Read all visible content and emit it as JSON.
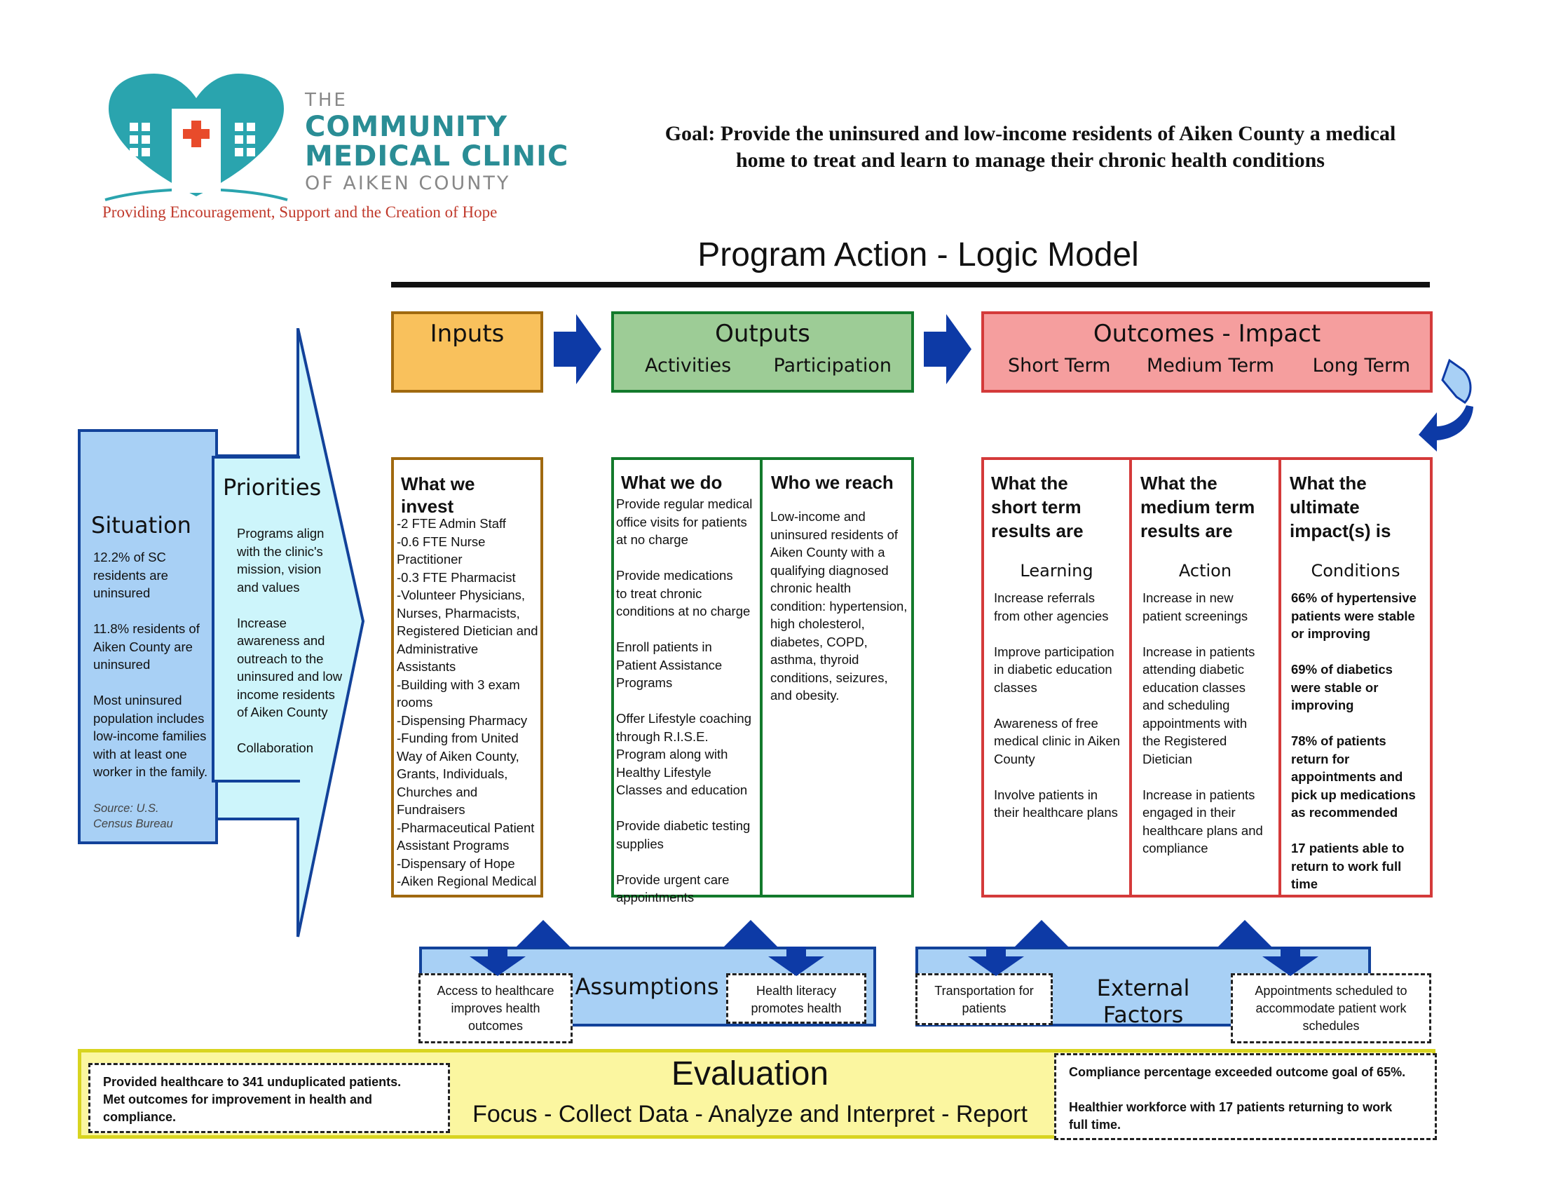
{
  "logo": {
    "the": "THE",
    "line1": "COMMUNITY",
    "line2": "MEDICAL CLINIC",
    "line3": "OF AIKEN COUNTY",
    "tagline": "Providing Encouragement, Support and the Creation of Hope"
  },
  "goal": "Goal: Provide the uninsured and low-income residents of Aiken County a medical\nhome to treat and learn to manage their chronic health conditions",
  "main_title": "Program Action - Logic Model",
  "situation": {
    "title": "Situation",
    "body": "12.2% of SC\nresidents are\nuninsured\n\n11.8% residents of\nAiken County are\nuninsured\n\nMost uninsured\npopulation includes\nlow-income families\nwith at least one\nworker in the family.",
    "source": "Source: U.S.\nCensus Bureau"
  },
  "priorities": {
    "title": "Priorities",
    "body": "Programs align\nwith the clinic's\nmission, vision\nand values\n\nIncrease\nawareness and\noutreach to the\nuninsured and low\nincome residents\nof Aiken County\n\nCollaboration"
  },
  "headers": {
    "inputs": "Inputs",
    "outputs": "Outputs",
    "activities": "Activities",
    "participation": "Participation",
    "outcomes": "Outcomes - Impact",
    "short_term": "Short Term",
    "medium_term": "Medium Term",
    "long_term": "Long Term"
  },
  "invest": {
    "title": "What we\ninvest",
    "body": "-2 FTE Admin Staff\n-0.6 FTE Nurse\nPractitioner\n-0.3 FTE Pharmacist\n-Volunteer Physicians,\nNurses, Pharmacists,\nRegistered Dietician and\nAdministrative\nAssistants\n-Building with 3 exam\nrooms\n-Dispensing Pharmacy\n-Funding from United\nWay of Aiken County,\nGrants, Individuals,\nChurches and\nFundraisers\n-Pharmaceutical Patient\nAssistant Programs\n-Dispensary of Hope\n-Aiken Regional Medical"
  },
  "do": {
    "title": "What we do",
    "body": "Provide regular medical\noffice visits for patients\nat no charge\n\nProvide medications\nto treat chronic\nconditions at no charge\n\nEnroll patients in\nPatient Assistance\nPrograms\n\nOffer Lifestyle coaching\nthrough R.I.S.E.\nProgram along with\nHealthy Lifestyle\nClasses and education\n\nProvide diabetic testing\nsupplies\n\nProvide urgent care\nappointments"
  },
  "reach": {
    "title": "Who we reach",
    "body": "Low-income and\nuninsured residents of\nAiken County with a\nqualifying diagnosed\nchronic health\ncondition: hypertension,\nhigh cholesterol,\ndiabetes, COPD,\nasthma, thyroid\nconditions, seizures,\nand obesity."
  },
  "short": {
    "title": "What the\nshort term\nresults are",
    "sub": "Learning",
    "body": "Increase referrals\nfrom other agencies\n\nImprove participation\nin diabetic education\nclasses\n\nAwareness of free\nmedical clinic in Aiken\nCounty\n\nInvolve patients in\ntheir healthcare plans"
  },
  "medium": {
    "title": "What the\nmedium term\nresults are",
    "sub": "Action",
    "body": "Increase in new\npatient screenings\n\nIncrease in patients\nattending diabetic\neducation classes\nand scheduling\nappointments with\nthe Registered\nDietician\n\nIncrease in patients\nengaged in their\nhealthcare plans and\ncompliance"
  },
  "long": {
    "title": "What the\nultimate\nimpact(s) is",
    "sub": "Conditions",
    "body": "66% of hypertensive\npatients were stable\nor improving\n\n69% of diabetics\nwere stable or\nimproving\n\n78% of patients\nreturn for\nappointments and\npick up medications\nas recommended\n\n17 patients able to\nreturn to work full\ntime"
  },
  "assumptions": {
    "title": "Assumptions",
    "left": "Access to healthcare\nimproves health\noutcomes",
    "right": "Health literacy\npromotes health"
  },
  "external": {
    "title": "External Factors",
    "left": "Transportation for\npatients",
    "right": "Appointments scheduled to\naccommodate patient work\nschedules"
  },
  "evaluation": {
    "title": "Evaluation",
    "subtitle": "Focus - Collect Data - Analyze and Interpret - Report",
    "left": "Provided healthcare to 341 unduplicated patients.\nMet outcomes for improvement in health and\ncompliance.",
    "right": "Compliance percentage exceeded outcome goal of 65%.\n\nHealthier workforce with 17 patients returning to work\nfull time."
  },
  "colors": {
    "inputs_border": "#a0690f",
    "inputs_fill": "#f9c15c",
    "outputs_border": "#137a2c",
    "outputs_fill": "#9dcc96",
    "outcomes_border": "#d43a3a",
    "outcomes_fill": "#f59e9e",
    "arrow_blue": "#0d3aa6",
    "situation_fill": "#a8d0f5",
    "priorities_fill": "#cdf5fb",
    "evaluation_fill": "#fbf6a0",
    "evaluation_border": "#d8d420",
    "logo_teal": "#2aa4ae"
  }
}
